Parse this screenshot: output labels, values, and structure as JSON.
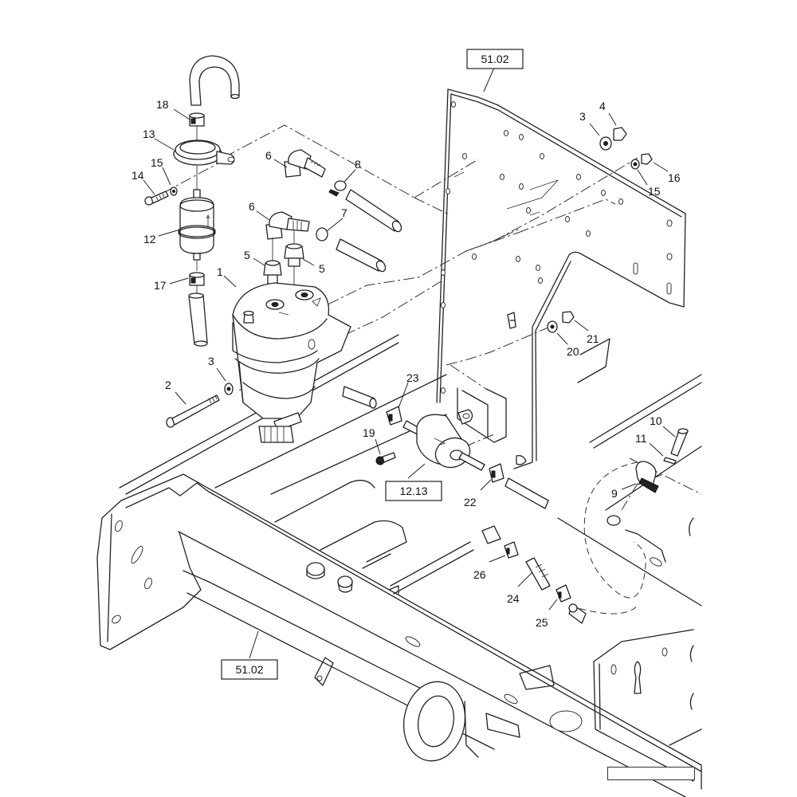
{
  "diagram": {
    "type": "exploded parts diagram",
    "subject": "Fuel filter / fuel pump mounting on machine frame",
    "reference_boxes": [
      {
        "id": "ref-top",
        "label": "51.02"
      },
      {
        "id": "ref-pump",
        "label": "12.13"
      },
      {
        "id": "ref-bottom",
        "label": "51.02"
      }
    ],
    "callouts": [
      {
        "id": "c18",
        "label": "18",
        "part": "hose clamp (upper)"
      },
      {
        "id": "c13",
        "label": "13",
        "part": "filter bracket clamp"
      },
      {
        "id": "c15a",
        "label": "15",
        "part": "washer"
      },
      {
        "id": "c14",
        "label": "14",
        "part": "bolt"
      },
      {
        "id": "c12",
        "label": "12",
        "part": "inline fuel filter"
      },
      {
        "id": "c17",
        "label": "17",
        "part": "hose clamp (lower)"
      },
      {
        "id": "c6a",
        "label": "6",
        "part": "elbow fitting"
      },
      {
        "id": "c8",
        "label": "8",
        "part": "hose clamp"
      },
      {
        "id": "c6b",
        "label": "6",
        "part": "elbow fitting"
      },
      {
        "id": "c7",
        "label": "7",
        "part": "hose clamp"
      },
      {
        "id": "c5a",
        "label": "5",
        "part": "adapter fitting"
      },
      {
        "id": "c5b",
        "label": "5",
        "part": "adapter fitting"
      },
      {
        "id": "c1",
        "label": "1",
        "part": "fuel filter / water separator"
      },
      {
        "id": "c3a",
        "label": "3",
        "part": "washer"
      },
      {
        "id": "c2",
        "label": "2",
        "part": "bolt"
      },
      {
        "id": "c3b",
        "label": "3",
        "part": "washer"
      },
      {
        "id": "c4",
        "label": "4",
        "part": "nut"
      },
      {
        "id": "c15b",
        "label": "15",
        "part": "washer"
      },
      {
        "id": "c16",
        "label": "16",
        "part": "nut"
      },
      {
        "id": "c21",
        "label": "21",
        "part": "nut"
      },
      {
        "id": "c20",
        "label": "20",
        "part": "washer"
      },
      {
        "id": "c23",
        "label": "23",
        "part": "hose clamp"
      },
      {
        "id": "c19",
        "label": "19",
        "part": "screw"
      },
      {
        "id": "c22",
        "label": "22",
        "part": "hose clamp"
      },
      {
        "id": "c10",
        "label": "10",
        "part": "bolt"
      },
      {
        "id": "c11",
        "label": "11",
        "part": "washer"
      },
      {
        "id": "c9",
        "label": "9",
        "part": "hose clip"
      },
      {
        "id": "c26",
        "label": "26",
        "part": "hose clamp"
      },
      {
        "id": "c24",
        "label": "24",
        "part": "check valve"
      },
      {
        "id": "c25",
        "label": "25",
        "part": "hose clamp"
      }
    ]
  }
}
